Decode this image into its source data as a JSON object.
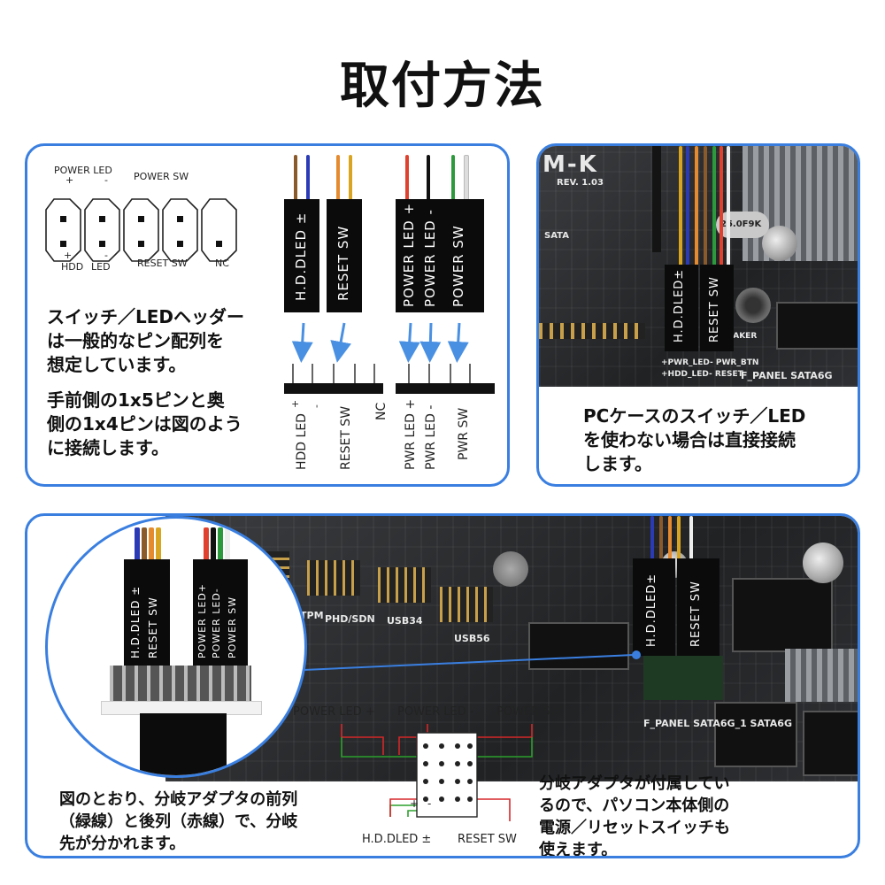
{
  "title": "取付方法",
  "panel1": {
    "pinout": {
      "power_led": "POWER LED",
      "power_led_plus": "+",
      "power_led_minus": "-",
      "power_sw": "POWER SW",
      "hdd_led_plus": "+",
      "hdd_led_minus": "-",
      "hdd": "HDD",
      "led": "LED",
      "reset_sw": "RESET SW",
      "nc": "NC"
    },
    "connectors": {
      "left1": "H.D.DLED ±",
      "left2": "RESET  SW",
      "right1": "POWER  LED +",
      "right2": "POWER  LED -",
      "right3": "POWER  SW"
    },
    "header_labels": {
      "hdd_led": "HDD LED",
      "hdd_plus": "+",
      "hdd_minus": "-",
      "reset_sw": "RESET SW",
      "nc": "NC",
      "pwr_led_plus": "PWR LED +",
      "pwr_led_minus": "PWR LED -",
      "pwr_sw": "PWR SW"
    },
    "text1": [
      "スイッチ／LEDヘッダー",
      "は一般的なピン配列を",
      "想定しています。"
    ],
    "text2": [
      "手前側の1x5ピンと奥",
      "側の1x4ピンは図のよう",
      "に接続します。"
    ]
  },
  "panel2": {
    "silk_mk": "M-K",
    "silk_rev": "REV. 1.03",
    "silk_sata": "SATA",
    "silk_fpanel": "F_PANEL  SATA6G",
    "silk_speak": "SPEAKER",
    "silk_pwr": "+PWR_LED-  PWR_BTN",
    "silk_hdd": "+HDD_LED-  RESET",
    "crystal": "25.0F9K",
    "conn1": "H.D.DLED±",
    "conn2": "RESET SW",
    "text": [
      "PCケースのスイッチ／LED",
      "を使わない場合は直接接続",
      "します。"
    ]
  },
  "panel3": {
    "zoom_conn1": "H.D.DLED ±",
    "zoom_conn2": "RESET  SW",
    "zoom_conn3": "POWER LED+",
    "zoom_conn4": "POWER LED-",
    "zoom_conn5": "POWER  SW",
    "silk_usb34": "USB34",
    "silk_usb56": "USB56",
    "silk_tpm": "TPM",
    "silk_phd": "PHD/SDN",
    "silk_fpanel": "F_PANEL  SATA6G_1  SATA6G",
    "main_conn1": "H.D.DLED±",
    "main_conn2": "RESET SW",
    "diagram": {
      "power_led_plus": "POWER  LED +",
      "power_led_minus": "POWER  LED -",
      "power_sw": "POWER  SW",
      "hdd": "H.D.DLED ±",
      "reset": "RESET  SW",
      "plus": "+",
      "minus": "-"
    },
    "text_left": [
      "図のとおり、分岐アダプタの前列",
      "（緑線）と後列（赤線）で、分岐",
      "先が分かれます。"
    ],
    "text_right": [
      "分岐アダプタが付属してい",
      "るので、パソコン本体側の",
      "電源／リセットスイッチも",
      "使えます。"
    ]
  },
  "colors": {
    "accent": "#3a7fe0",
    "diagram_green": "#2ca02c",
    "diagram_red": "#d62728",
    "arrow_blue": "#4a90e2"
  }
}
